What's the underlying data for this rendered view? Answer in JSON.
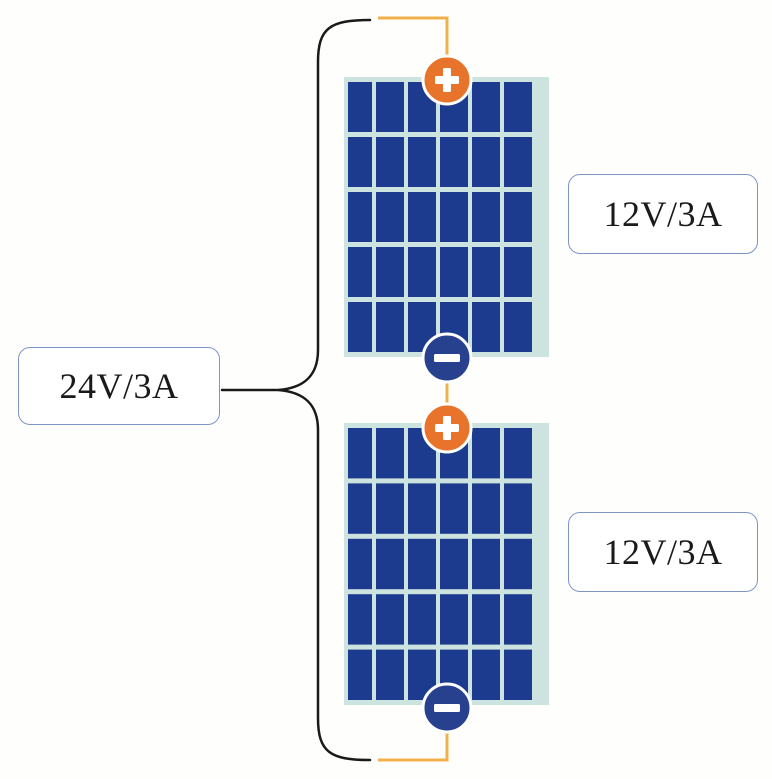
{
  "diagram": {
    "series_total_label": "24V/3A",
    "panels": [
      {
        "label": "12V/3A",
        "terminals": [
          "+",
          "−"
        ]
      },
      {
        "label": "12V/3A",
        "terminals": [
          "+",
          "−"
        ]
      }
    ]
  },
  "colors": {
    "panel_cell": "#1c3b8e",
    "panel_grid": "#cde3df",
    "positive_terminal": "#e8732a",
    "negative_terminal": "#28418f",
    "wire": "#f0b04a",
    "label_border": "#7f94c6",
    "brace": "#1a1a1a"
  },
  "icons": {
    "positive": "plus-terminal-icon",
    "negative": "minus-terminal-icon"
  }
}
